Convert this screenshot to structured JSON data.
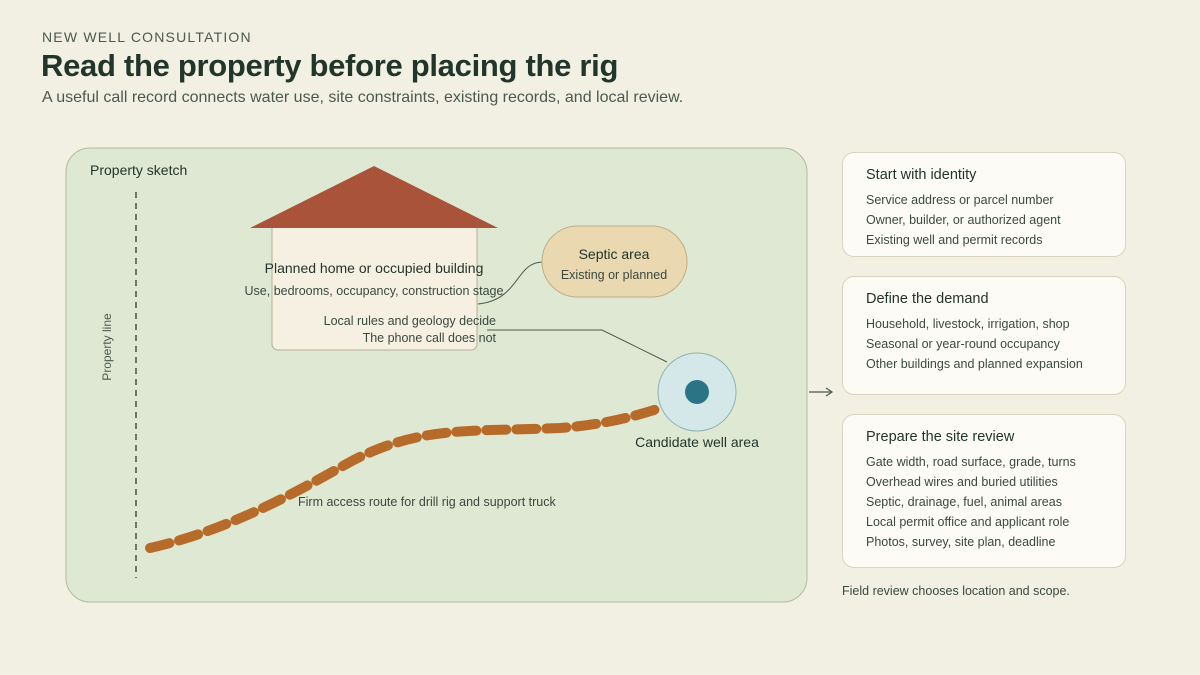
{
  "header": {
    "eyebrow": "NEW WELL CONSULTATION",
    "title": "Read the property before placing the rig",
    "subtitle": "A useful call record connects water use, site constraints, existing records, and local review."
  },
  "sketch": {
    "panel_label": "Property sketch",
    "property_line_label": "Property line",
    "house": {
      "title": "Planned home or occupied building",
      "subtitle": "Use, bedrooms, occupancy, construction stage"
    },
    "septic": {
      "title": "Septic area",
      "subtitle": "Existing or planned"
    },
    "callout": {
      "line1": "Local rules and geology decide",
      "line2": "The phone call does not"
    },
    "well_label": "Candidate well area",
    "route_label": "Firm access route for drill rig and support truck"
  },
  "cards": [
    {
      "title": "Start with identity",
      "items": [
        "Service address or parcel number",
        "Owner, builder, or authorized agent",
        "Existing well and permit records"
      ]
    },
    {
      "title": "Define the demand",
      "items": [
        "Household, livestock, irrigation, shop",
        "Seasonal or year-round occupancy",
        "Other buildings and planned expansion"
      ]
    },
    {
      "title": "Prepare the site review",
      "items": [
        "Gate width, road surface, grade, turns",
        "Overhead wires and buried utilities",
        "Septic, drainage, fuel, animal areas",
        "Local permit office and applicant role",
        "Photos, survey, site plan, deadline"
      ]
    }
  ],
  "footnote": "Field review chooses location and scope.",
  "colors": {
    "background": "#f2efe3",
    "panel": "#dfe8d2",
    "roof": "#a9533b",
    "septic": "#ead8b1",
    "well": "#d5e8e9",
    "well_core": "#2a7486",
    "route": "#b76b2a"
  }
}
